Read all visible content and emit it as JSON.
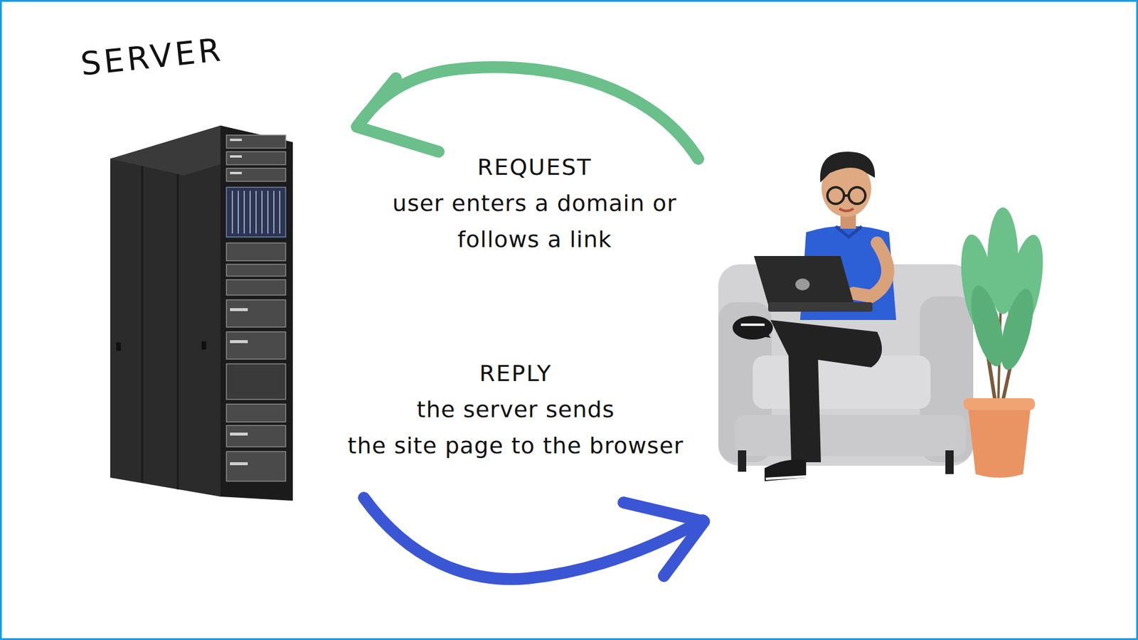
{
  "diagram": {
    "labels": [
      "SERVER",
      "REQUEST",
      "user enters a domain or follows a link",
      "REPLY",
      "the server sends the site page to the browser"
    ]
  }
}
